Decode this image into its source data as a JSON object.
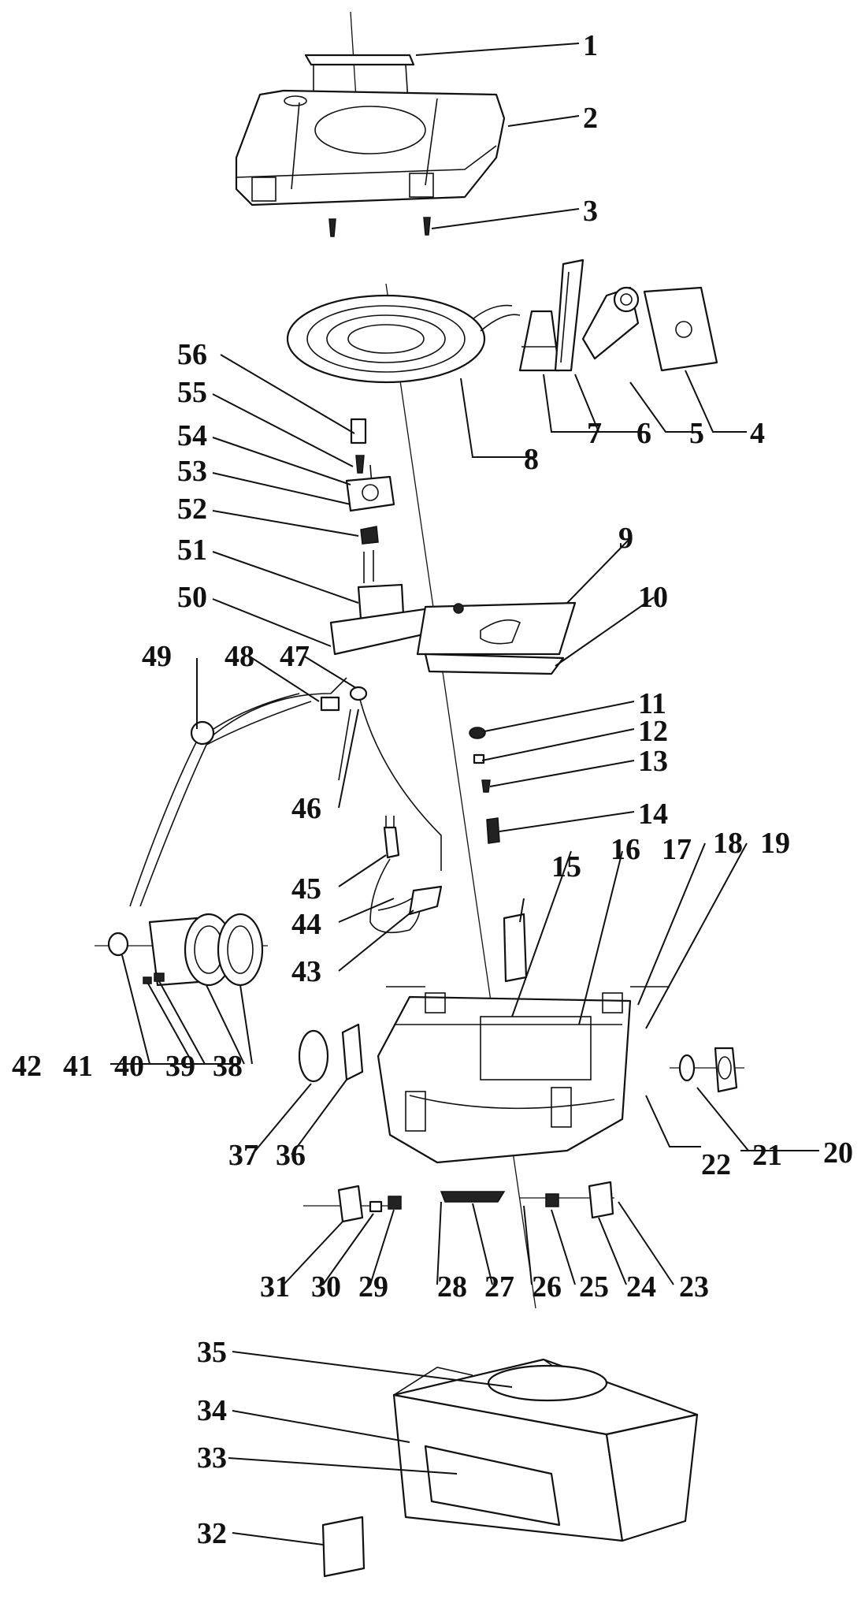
{
  "callouts": [
    {
      "id": "1",
      "label": "1"
    },
    {
      "id": "2",
      "label": "2"
    },
    {
      "id": "3",
      "label": "3"
    },
    {
      "id": "4",
      "label": "4"
    },
    {
      "id": "5",
      "label": "5"
    },
    {
      "id": "6",
      "label": "6"
    },
    {
      "id": "7",
      "label": "7"
    },
    {
      "id": "8",
      "label": "8"
    },
    {
      "id": "9",
      "label": "9"
    },
    {
      "id": "10",
      "label": "10"
    },
    {
      "id": "11",
      "label": "11"
    },
    {
      "id": "12",
      "label": "12"
    },
    {
      "id": "13",
      "label": "13"
    },
    {
      "id": "14",
      "label": "14"
    },
    {
      "id": "15",
      "label": "15"
    },
    {
      "id": "16",
      "label": "16"
    },
    {
      "id": "17",
      "label": "17"
    },
    {
      "id": "18",
      "label": "18"
    },
    {
      "id": "19",
      "label": "19"
    },
    {
      "id": "20",
      "label": "20"
    },
    {
      "id": "21",
      "label": "21"
    },
    {
      "id": "22",
      "label": "22"
    },
    {
      "id": "23",
      "label": "23"
    },
    {
      "id": "24",
      "label": "24"
    },
    {
      "id": "25",
      "label": "25"
    },
    {
      "id": "26",
      "label": "26"
    },
    {
      "id": "27",
      "label": "27"
    },
    {
      "id": "28",
      "label": "28"
    },
    {
      "id": "29",
      "label": "29"
    },
    {
      "id": "30",
      "label": "30"
    },
    {
      "id": "31",
      "label": "31"
    },
    {
      "id": "32",
      "label": "32"
    },
    {
      "id": "33",
      "label": "33"
    },
    {
      "id": "34",
      "label": "34"
    },
    {
      "id": "35",
      "label": "35"
    },
    {
      "id": "36",
      "label": "36"
    },
    {
      "id": "37",
      "label": "37"
    },
    {
      "id": "38",
      "label": "38"
    },
    {
      "id": "39",
      "label": "39"
    },
    {
      "id": "40",
      "label": "40"
    },
    {
      "id": "41",
      "label": "41"
    },
    {
      "id": "42",
      "label": "42"
    },
    {
      "id": "43",
      "label": "43"
    },
    {
      "id": "44",
      "label": "44"
    },
    {
      "id": "45",
      "label": "45"
    },
    {
      "id": "46",
      "label": "46"
    },
    {
      "id": "47",
      "label": "47"
    },
    {
      "id": "48",
      "label": "48"
    },
    {
      "id": "49",
      "label": "49"
    },
    {
      "id": "50",
      "label": "50"
    },
    {
      "id": "51",
      "label": "51"
    },
    {
      "id": "52",
      "label": "52"
    },
    {
      "id": "53",
      "label": "53"
    },
    {
      "id": "54",
      "label": "54"
    },
    {
      "id": "55",
      "label": "55"
    },
    {
      "id": "56",
      "label": "56"
    }
  ]
}
